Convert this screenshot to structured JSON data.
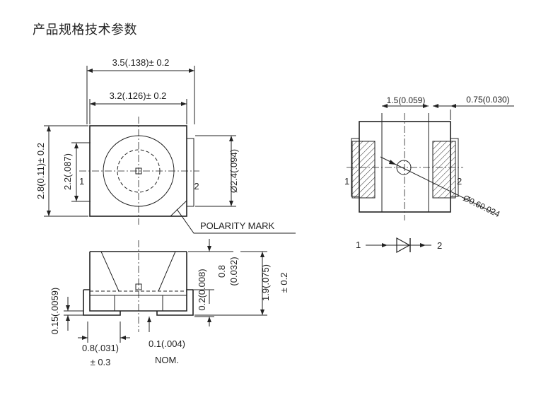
{
  "title": "产品规格技术参数",
  "top_view": {
    "dim_width_outer": "3.5(.138)± 0.2",
    "dim_width_inner": "3.2(.126)± 0.2",
    "dim_height_outer": "2.8(0.11)± 0.2",
    "dim_height_inner": "2.2(.087)",
    "dim_diameter": "Ø2.4(.094)",
    "pin1_label": "1",
    "pin2_label": "2",
    "polarity_mark": "POLARITY MARK"
  },
  "side_view": {
    "dim_08": "0.8",
    "dim_0032": "(0.032)",
    "dim_02": "0.2(0.008)",
    "dim_19": "1.9(.075)",
    "dim_pm02": "± 0.2",
    "dim_015": "0.15(.0059)",
    "dim_lead": "0.8(.031)",
    "dim_lead_tol": "± 0.3",
    "dim_01": "0.1(.004)",
    "nom": "NOM."
  },
  "bottom_view": {
    "dim_15": "1.5(0.059)",
    "dim_075": "0.75(0.030)",
    "dim_06": "Ø0.60.024",
    "pin1_label": "1",
    "pin2_label": "2"
  },
  "diode_symbol": {
    "pin1": "1",
    "pin2": "2"
  }
}
